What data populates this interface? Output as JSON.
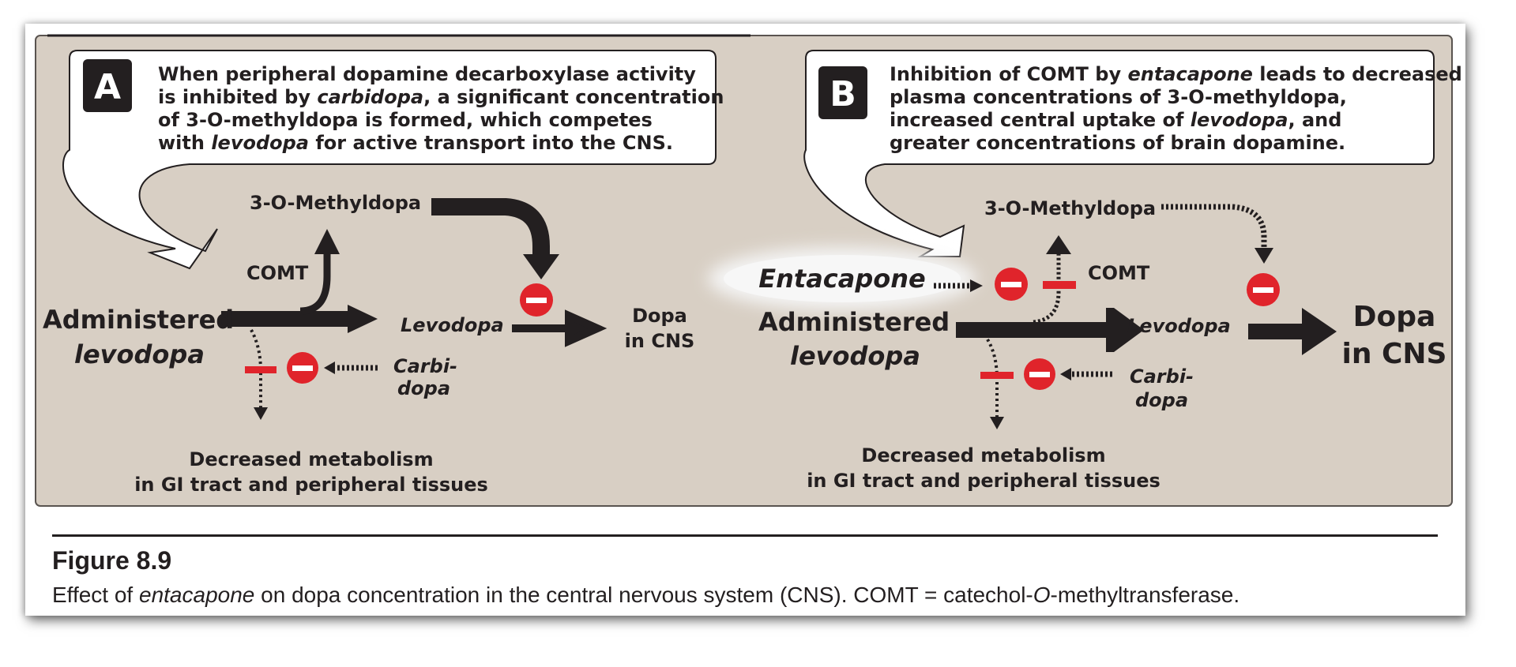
{
  "panel_a": {
    "badge": "A",
    "note_lines": [
      [
        {
          "t": "When peripheral dopamine decarboxylase activity"
        }
      ],
      [
        {
          "t": "is inhibited by "
        },
        {
          "t": "carbidopa",
          "i": true
        },
        {
          "t": ", a significant concentration"
        }
      ],
      [
        {
          "t": "of 3-O-methyldopa is formed, which competes"
        }
      ],
      [
        {
          "t": "with "
        },
        {
          "t": "levodopa",
          "i": true
        },
        {
          "t": " for active transport into the CNS."
        }
      ]
    ],
    "methyldopa": "3-O-Methyldopa",
    "comt": "COMT",
    "administered": "Administered",
    "levodopa_admin": "levodopa",
    "levodopa": "Levodopa",
    "carbi": "Carbi-",
    "dopa": "dopa",
    "dopa_cns_1": "Dopa",
    "dopa_cns_2": "in CNS",
    "decreased_1": "Decreased metabolism",
    "decreased_2": "in GI tract and peripheral tissues"
  },
  "panel_b": {
    "badge": "B",
    "note_lines": [
      [
        {
          "t": "Inhibition of COMT by "
        },
        {
          "t": "entacapone",
          "i": true
        },
        {
          "t": " leads to decreased"
        }
      ],
      [
        {
          "t": "plasma concentrations of 3-O-methyldopa,"
        }
      ],
      [
        {
          "t": "increased central uptake of "
        },
        {
          "t": "levodopa",
          "i": true
        },
        {
          "t": ", and"
        }
      ],
      [
        {
          "t": "greater concentrations of brain dopamine."
        }
      ]
    ],
    "entacapone": "Entacapone",
    "methyldopa": "3-O-Methyldopa",
    "comt": "COMT",
    "administered": "Administered",
    "levodopa_admin": "levodopa",
    "levodopa": "Levodopa",
    "carbi": "Carbi-",
    "dopa": "dopa",
    "dopa_cns_1": "Dopa",
    "dopa_cns_2": "in CNS",
    "decreased_1": "Decreased metabolism",
    "decreased_2": "in GI tract and peripheral tissues"
  },
  "caption": {
    "label": "Figure 8.9",
    "parts": [
      {
        "t": "Effect of "
      },
      {
        "t": "entacapone",
        "i": true
      },
      {
        "t": " on dopa concentration in the central nervous system (CNS). COMT = catechol-"
      },
      {
        "t": "O",
        "i": true
      },
      {
        "t": "-methyltransferase."
      }
    ]
  },
  "colors": {
    "panel_bg": "#d8cfc4",
    "ink": "#231f20",
    "inhibit_red": "#e0242b",
    "entacapone_glow": "#f2f2f2"
  }
}
